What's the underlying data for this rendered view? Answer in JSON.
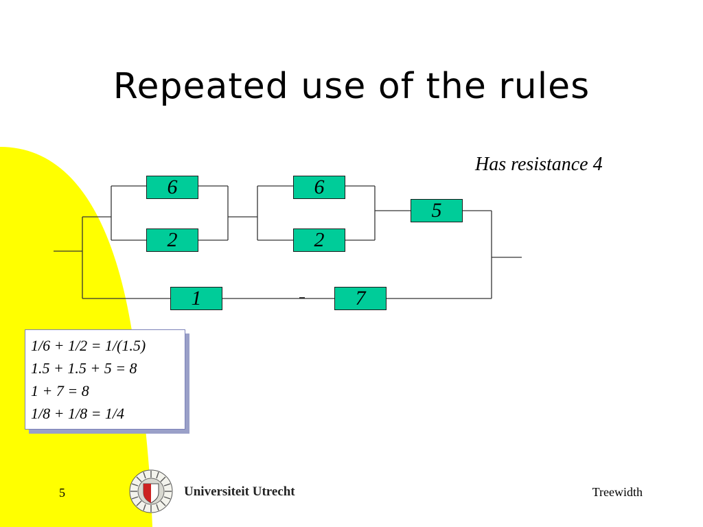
{
  "slide": {
    "title": "Repeated use of the rules",
    "annotation": "Has resistance 4",
    "page_number": "5",
    "footer_right": "Treewidth",
    "logo_text": "Universiteit Utrecht"
  },
  "circuit": {
    "resistors": {
      "top_left": "6",
      "bottom_left": "2",
      "top_middle": "6",
      "bottom_middle": "2",
      "top_right": "5",
      "bottom_row_left": "1",
      "bottom_row_right": "7"
    }
  },
  "calculation": {
    "lines": [
      "1/6 + 1/2 = 1/(1.5)",
      "1.5 + 1.5 + 5 = 8",
      "1 + 7 = 8",
      "1/8 + 1/8 = 1/4"
    ]
  },
  "colors": {
    "resistor_fill": "#00cc99",
    "background_arc": "#ffff00",
    "calc_shadow": "#9aa0c8"
  }
}
